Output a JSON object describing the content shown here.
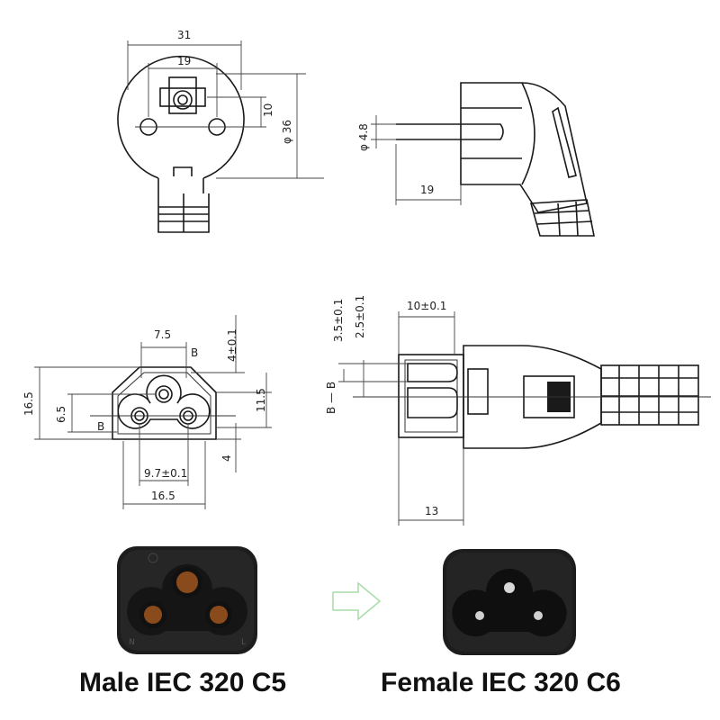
{
  "drawing1": {
    "width": "31",
    "inner_width": "19",
    "pin_gap": "10",
    "diameter": "φ 36"
  },
  "drawing2": {
    "pin_diameter": "φ 4.8",
    "pin_length": "19"
  },
  "drawing3": {
    "top_width": "7.5",
    "height": "16.5",
    "mid_height": "6.5",
    "top_offset": "4±0.1",
    "right_height": "11.5",
    "bottom_offset": "4",
    "pin_spacing": "9.7±0.1",
    "body_width": "16.5",
    "section_mark": "B"
  },
  "drawing4": {
    "width_top": "10±0.1",
    "depth_a": "3.5±0.1",
    "depth_b": "2.5±0.1",
    "length": "13",
    "section_label": "B — B"
  },
  "photos": {
    "male_marks": [
      "N",
      "L"
    ]
  },
  "captions": {
    "male": "Male IEC 320 C5",
    "female": "Female IEC 320 C6"
  },
  "colors": {
    "plug_body": "#1d1d1d",
    "pin_copper": "#8a4b1c",
    "arrow": "#a9dca9"
  }
}
